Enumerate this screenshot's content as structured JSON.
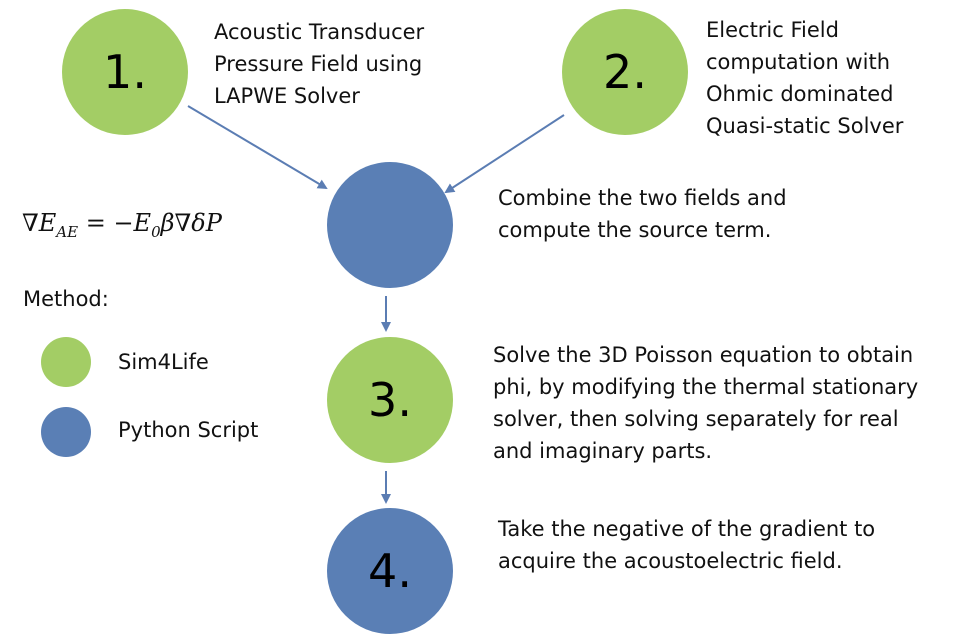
{
  "nodes": {
    "step1": {
      "number": "1.",
      "color": "#A3CD65"
    },
    "step2": {
      "number": "2.",
      "color": "#A3CD65"
    },
    "combine": {
      "number": "",
      "color": "#5A7FB5"
    },
    "step3": {
      "number": "3.",
      "color": "#A3CD65"
    },
    "step4": {
      "number": "4.",
      "color": "#5A7FB5"
    }
  },
  "descriptions": {
    "step1": [
      "Acoustic Transducer",
      "Pressure Field using",
      "LAPWE Solver"
    ],
    "step2": [
      "Electric Field",
      "computation with",
      "Ohmic dominated",
      "Quasi-static Solver"
    ],
    "combine": [
      "Combine the two fields and",
      "compute the source term."
    ],
    "step3": [
      "Solve the 3D Poisson equation to obtain",
      "phi, by modifying the thermal stationary",
      "solver, then solving separately for real",
      "and imaginary parts."
    ],
    "step4": [
      "Take the negative of the gradient to",
      "acquire the acoustoelectric field."
    ]
  },
  "equation": {
    "lhs": "∇E",
    "lhs_sub": "AE",
    "eq": " = −E",
    "e_sub": "0",
    "rhs": "β∇δP"
  },
  "legend": {
    "heading": "Method:",
    "items": [
      {
        "label": "Sim4Life",
        "color": "#A3CD65"
      },
      {
        "label": "Python Script",
        "color": "#5A7FB5"
      }
    ]
  },
  "colors": {
    "green": "#A3CD65",
    "blue": "#5A7FB5",
    "arrow": "#5B7DB3"
  }
}
